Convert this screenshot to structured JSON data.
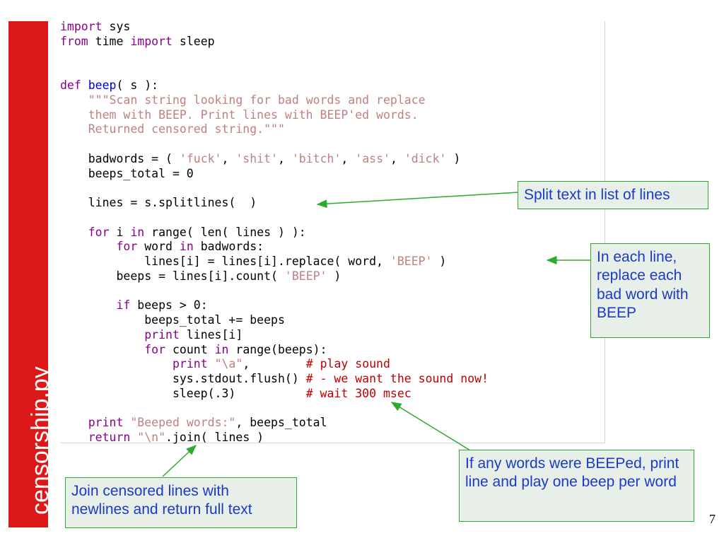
{
  "slide": {
    "side_title": "censorship.py",
    "page_number": "7",
    "accent_color": "#dd1818",
    "callout_border_color": "#2eaa2e",
    "callout_text_color": "#1a3ac8"
  },
  "code_lines": [
    [
      [
        "kw",
        "import"
      ],
      [
        "t",
        " sys"
      ]
    ],
    [
      [
        "kw",
        "from"
      ],
      [
        "t",
        " time "
      ],
      [
        "kw",
        "import"
      ],
      [
        "t",
        " sleep"
      ]
    ],
    [],
    [],
    [
      [
        "kw",
        "def"
      ],
      [
        "t",
        " "
      ],
      [
        "fn",
        "beep"
      ],
      [
        "t",
        "( s ):"
      ]
    ],
    [
      [
        "t",
        "    "
      ],
      [
        "str",
        "\"\"\"Scan string looking for bad words and replace"
      ]
    ],
    [
      [
        "str",
        "    them with BEEP. Print lines with BEEP'ed words."
      ]
    ],
    [
      [
        "str",
        "    Returned censored string.\"\"\""
      ]
    ],
    [],
    [
      [
        "t",
        "    badwords = ( "
      ],
      [
        "str",
        "'fuck'"
      ],
      [
        "t",
        ", "
      ],
      [
        "str",
        "'shit'"
      ],
      [
        "t",
        ", "
      ],
      [
        "str",
        "'bitch'"
      ],
      [
        "t",
        ", "
      ],
      [
        "str",
        "'ass'"
      ],
      [
        "t",
        ", "
      ],
      [
        "str",
        "'dick'"
      ],
      [
        "t",
        " )"
      ]
    ],
    [
      [
        "t",
        "    beeps_total = 0"
      ]
    ],
    [],
    [
      [
        "t",
        "    lines = s.splitlines(  )"
      ]
    ],
    [],
    [
      [
        "t",
        "    "
      ],
      [
        "kw",
        "for"
      ],
      [
        "t",
        " i "
      ],
      [
        "kw",
        "in"
      ],
      [
        "t",
        " range( len( lines ) ):"
      ]
    ],
    [
      [
        "t",
        "        "
      ],
      [
        "kw",
        "for"
      ],
      [
        "t",
        " word "
      ],
      [
        "kw",
        "in"
      ],
      [
        "t",
        " badwords:"
      ]
    ],
    [
      [
        "t",
        "            lines[i] = lines[i].replace( word, "
      ],
      [
        "str",
        "'BEEP'"
      ],
      [
        "t",
        " )"
      ]
    ],
    [
      [
        "t",
        "        beeps = lines[i].count( "
      ],
      [
        "str",
        "'BEEP'"
      ],
      [
        "t",
        " )"
      ]
    ],
    [],
    [
      [
        "t",
        "        "
      ],
      [
        "kw",
        "if"
      ],
      [
        "t",
        " beeps > 0:"
      ]
    ],
    [
      [
        "t",
        "            beeps_total += beeps"
      ]
    ],
    [
      [
        "t",
        "            "
      ],
      [
        "kw",
        "print"
      ],
      [
        "t",
        " lines[i]"
      ]
    ],
    [
      [
        "t",
        "            "
      ],
      [
        "kw",
        "for"
      ],
      [
        "t",
        " count "
      ],
      [
        "kw",
        "in"
      ],
      [
        "t",
        " range(beeps):"
      ]
    ],
    [
      [
        "t",
        "                "
      ],
      [
        "kw",
        "print"
      ],
      [
        "t",
        " "
      ],
      [
        "str",
        "\"\\a\""
      ],
      [
        "t",
        ",        "
      ],
      [
        "cmt",
        "# play sound"
      ]
    ],
    [
      [
        "t",
        "                sys.stdout.flush() "
      ],
      [
        "cmt",
        "# - we want the sound now!"
      ]
    ],
    [
      [
        "t",
        "                sleep(.3)          "
      ],
      [
        "cmt",
        "# wait 300 msec"
      ]
    ],
    [],
    [
      [
        "t",
        "    "
      ],
      [
        "kw",
        "print"
      ],
      [
        "t",
        " "
      ],
      [
        "str",
        "\"Beeped words:\""
      ],
      [
        "t",
        ", beeps_total"
      ]
    ],
    [
      [
        "t",
        "    "
      ],
      [
        "kw",
        "return"
      ],
      [
        "t",
        " "
      ],
      [
        "str",
        "\"\\n\""
      ],
      [
        "t",
        ".join( lines )"
      ]
    ]
  ],
  "callouts": {
    "split": "Split text in list of lines",
    "replace": "In each line, replace each bad word with BEEP",
    "beep": "If any words were BEEPed, print line and play one beep per word",
    "join": "Join censored lines with newlines and return full text"
  }
}
